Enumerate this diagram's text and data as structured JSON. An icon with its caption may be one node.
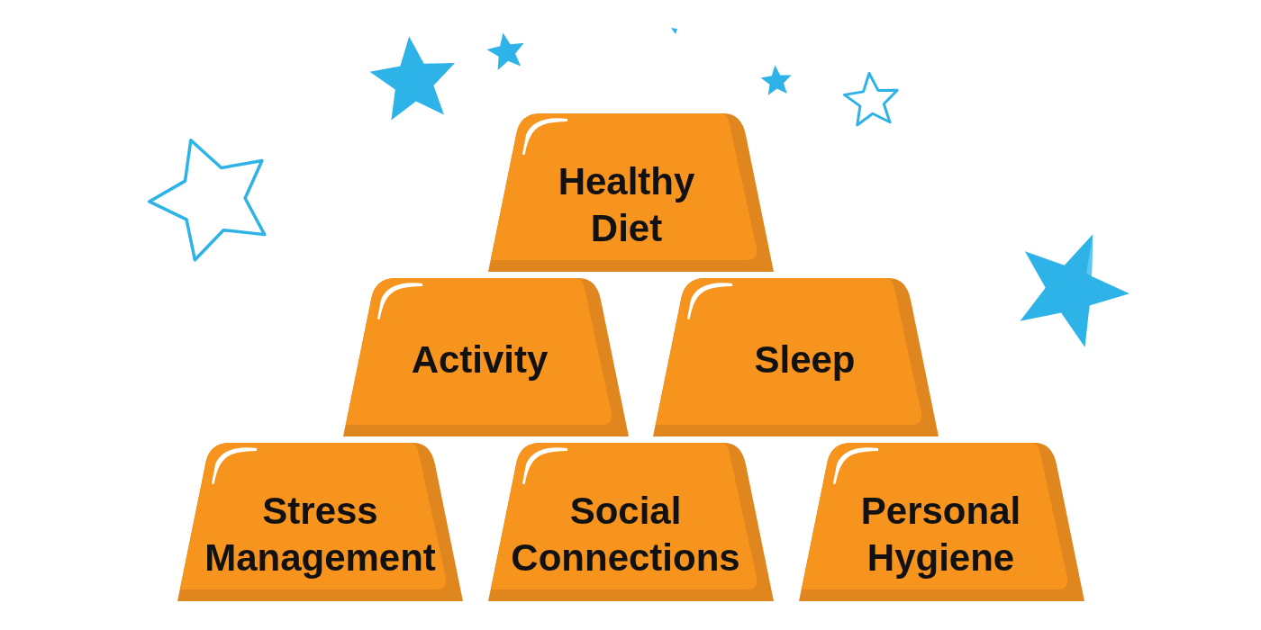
{
  "diagram": {
    "nodes": [
      {
        "text": [
          "Healthy Diet"
        ]
      },
      {
        "text": [
          "Activity"
        ]
      },
      {
        "text": [
          "Sleep"
        ]
      },
      {
        "text": [
          "Stress Management"
        ]
      },
      {
        "text": [
          "Social Connections"
        ]
      },
      {
        "text": [
          "Personal Hygiene"
        ]
      }
    ]
  }
}
